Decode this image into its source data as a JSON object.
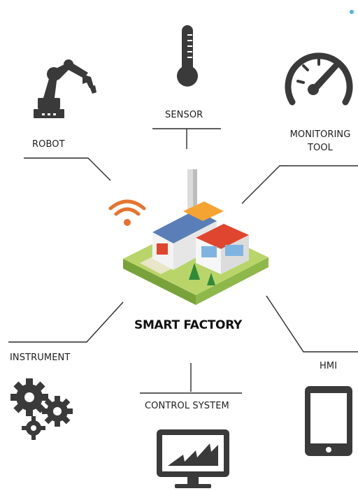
{
  "diagram": {
    "title": "SMART FACTORY",
    "nodes": [
      {
        "id": "robot",
        "label": "ROBOT",
        "icon": "robot-arm-icon"
      },
      {
        "id": "sensor",
        "label": "SENSOR",
        "icon": "thermometer-icon"
      },
      {
        "id": "monitoring",
        "label_line1": "MONITORING",
        "label_line2": "TOOL",
        "icon": "gauge-icon"
      },
      {
        "id": "instrument",
        "label": "INSTRUMENT",
        "icon": "gears-icon"
      },
      {
        "id": "control",
        "label": "CONTROL SYSTEM",
        "icon": "monitor-chart-icon"
      },
      {
        "id": "hmi",
        "label": "HMI",
        "icon": "tablet-icon"
      }
    ],
    "center_icon": "factory-icon",
    "wifi_icon": "wifi-icon"
  },
  "colors": {
    "icon": "#3a3a3a",
    "line": "#2a2a2a",
    "wifi": "#e8732d",
    "roof_blue": "#5a7fb8",
    "roof_red": "#e0452f",
    "grass": "#b9d56a",
    "dot": "#4ab3e8"
  }
}
